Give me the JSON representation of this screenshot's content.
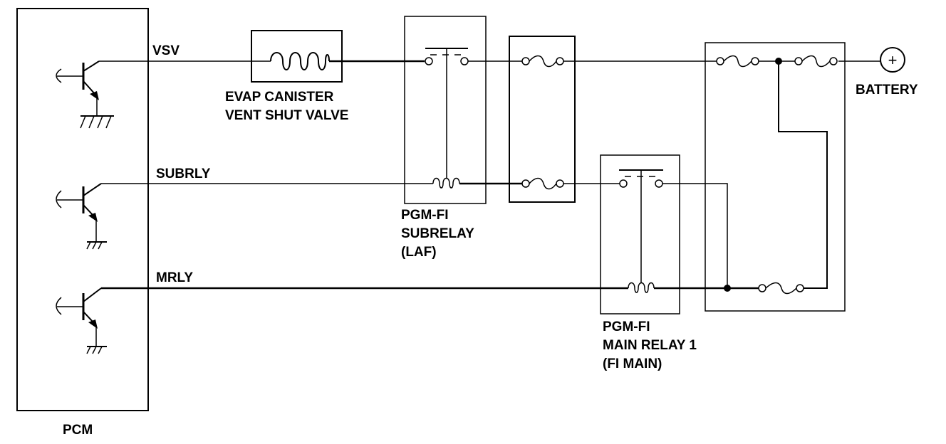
{
  "labels": {
    "pcm": "PCM",
    "vsv": "VSV",
    "subrly": "SUBRLY",
    "mrly": "MRLY",
    "evap_line1": "EVAP CANISTER",
    "evap_line2": "VENT SHUT VALVE",
    "subrelay_line1": "PGM-FI",
    "subrelay_line2": "SUBRELAY",
    "subrelay_line3": "(LAF)",
    "mainrelay_line1": "PGM-FI",
    "mainrelay_line2": "MAIN RELAY 1",
    "mainrelay_line3": "(FI MAIN)",
    "battery": "BATTERY",
    "battery_symbol": "+"
  }
}
